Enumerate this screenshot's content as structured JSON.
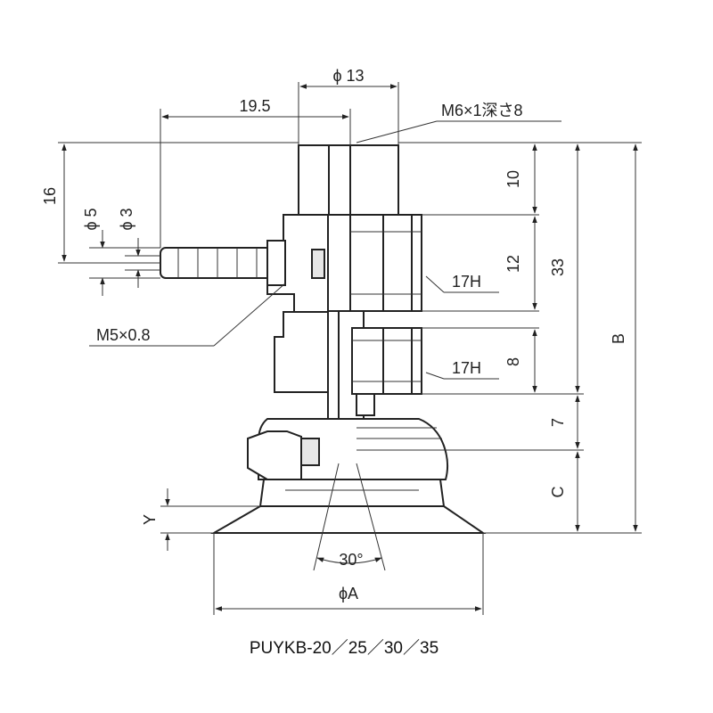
{
  "diagram": {
    "dimensions": {
      "phi13": "ϕ 13",
      "d19_5": "19.5",
      "thread_m6": "M6×1深さ8",
      "d16": "16",
      "phi5": "ϕ 5",
      "phi3": "ϕ 3",
      "d10": "10",
      "d12": "12",
      "d33": "33",
      "dB": "B",
      "hex_upper": "17H",
      "thread_m5": "M5×0.8",
      "hex_lower": "17H",
      "d8": "8",
      "d7": "7",
      "dC": "C",
      "dY": "Y",
      "angle": "30°",
      "phiA": "ϕA"
    },
    "caption": "PUYKB-20／25／30／35"
  }
}
